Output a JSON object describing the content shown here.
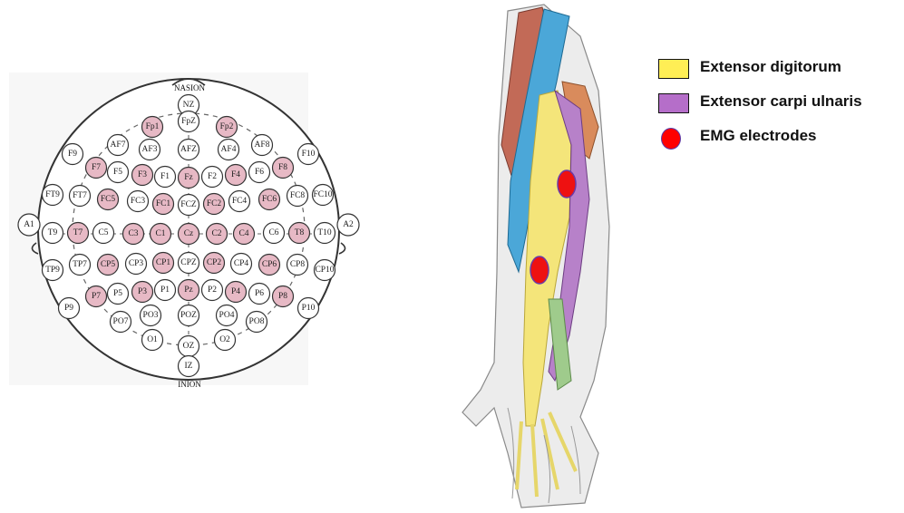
{
  "eeg": {
    "nasion_label": "NASION",
    "inion_label": "INION",
    "highlight_color": "#e7b9c5",
    "electrodes": [
      {
        "label": "NZ",
        "hl": false
      },
      {
        "label": "FpZ",
        "hl": false
      },
      {
        "label": "Fp1",
        "hl": true
      },
      {
        "label": "Fp2",
        "hl": true
      },
      {
        "label": "AF7",
        "hl": false
      },
      {
        "label": "AF3",
        "hl": false
      },
      {
        "label": "AFZ",
        "hl": false
      },
      {
        "label": "AF4",
        "hl": false
      },
      {
        "label": "AF8",
        "hl": false
      },
      {
        "label": "F9",
        "hl": false
      },
      {
        "label": "F7",
        "hl": true
      },
      {
        "label": "F5",
        "hl": false
      },
      {
        "label": "F3",
        "hl": true
      },
      {
        "label": "F1",
        "hl": false
      },
      {
        "label": "Fz",
        "hl": true
      },
      {
        "label": "F2",
        "hl": false
      },
      {
        "label": "F4",
        "hl": true
      },
      {
        "label": "F6",
        "hl": false
      },
      {
        "label": "F8",
        "hl": true
      },
      {
        "label": "F10",
        "hl": false
      },
      {
        "label": "FT9",
        "hl": false
      },
      {
        "label": "FT7",
        "hl": false
      },
      {
        "label": "FC5",
        "hl": true
      },
      {
        "label": "FC3",
        "hl": false
      },
      {
        "label": "FC1",
        "hl": true
      },
      {
        "label": "FCZ",
        "hl": false
      },
      {
        "label": "FC2",
        "hl": true
      },
      {
        "label": "FC4",
        "hl": false
      },
      {
        "label": "FC6",
        "hl": true
      },
      {
        "label": "FC8",
        "hl": false
      },
      {
        "label": "FC10",
        "hl": false
      },
      {
        "label": "A1",
        "hl": false
      },
      {
        "label": "T9",
        "hl": false
      },
      {
        "label": "T7",
        "hl": true
      },
      {
        "label": "C5",
        "hl": false
      },
      {
        "label": "C3",
        "hl": true
      },
      {
        "label": "C1",
        "hl": true
      },
      {
        "label": "Cz",
        "hl": true
      },
      {
        "label": "C2",
        "hl": true
      },
      {
        "label": "C4",
        "hl": true
      },
      {
        "label": "C6",
        "hl": false
      },
      {
        "label": "T8",
        "hl": true
      },
      {
        "label": "T10",
        "hl": false
      },
      {
        "label": "A2",
        "hl": false
      },
      {
        "label": "TP9",
        "hl": false
      },
      {
        "label": "TP7",
        "hl": false
      },
      {
        "label": "CP5",
        "hl": true
      },
      {
        "label": "CP3",
        "hl": false
      },
      {
        "label": "CP1",
        "hl": true
      },
      {
        "label": "CPZ",
        "hl": false
      },
      {
        "label": "CP2",
        "hl": true
      },
      {
        "label": "CP4",
        "hl": false
      },
      {
        "label": "CP6",
        "hl": true
      },
      {
        "label": "CP8",
        "hl": false
      },
      {
        "label": "CP10",
        "hl": false
      },
      {
        "label": "P9",
        "hl": false
      },
      {
        "label": "P7",
        "hl": true
      },
      {
        "label": "P5",
        "hl": false
      },
      {
        "label": "P3",
        "hl": true
      },
      {
        "label": "P1",
        "hl": false
      },
      {
        "label": "Pz",
        "hl": true
      },
      {
        "label": "P2",
        "hl": false
      },
      {
        "label": "P4",
        "hl": true
      },
      {
        "label": "P6",
        "hl": false
      },
      {
        "label": "P8",
        "hl": true
      },
      {
        "label": "P10",
        "hl": false
      },
      {
        "label": "PO7",
        "hl": false
      },
      {
        "label": "PO3",
        "hl": false
      },
      {
        "label": "POZ",
        "hl": false
      },
      {
        "label": "PO4",
        "hl": false
      },
      {
        "label": "PO8",
        "hl": false
      },
      {
        "label": "O1",
        "hl": false
      },
      {
        "label": "OZ",
        "hl": false
      },
      {
        "label": "O2",
        "hl": false
      },
      {
        "label": "IZ",
        "hl": false
      }
    ]
  },
  "forearm": {
    "colors": {
      "extensor_digitorum": "#f2e57a",
      "extensor_carpi_ulnaris": "#b782c8",
      "blue_muscle": "#4da8d6",
      "red_muscle": "#c96a5a",
      "orange_muscle": "#d9875a",
      "green_tendon": "#9cc98a",
      "electrode": "#ee1111"
    }
  },
  "legend": {
    "items": [
      {
        "label": "Extensor digitorum",
        "color": "#ffee55",
        "kind": "swatch"
      },
      {
        "label": "Extensor carpi ulnaris",
        "color": "#b56ec9",
        "kind": "swatch"
      },
      {
        "label": "EMG electrodes",
        "color": "#ff0000",
        "kind": "dot"
      }
    ]
  }
}
